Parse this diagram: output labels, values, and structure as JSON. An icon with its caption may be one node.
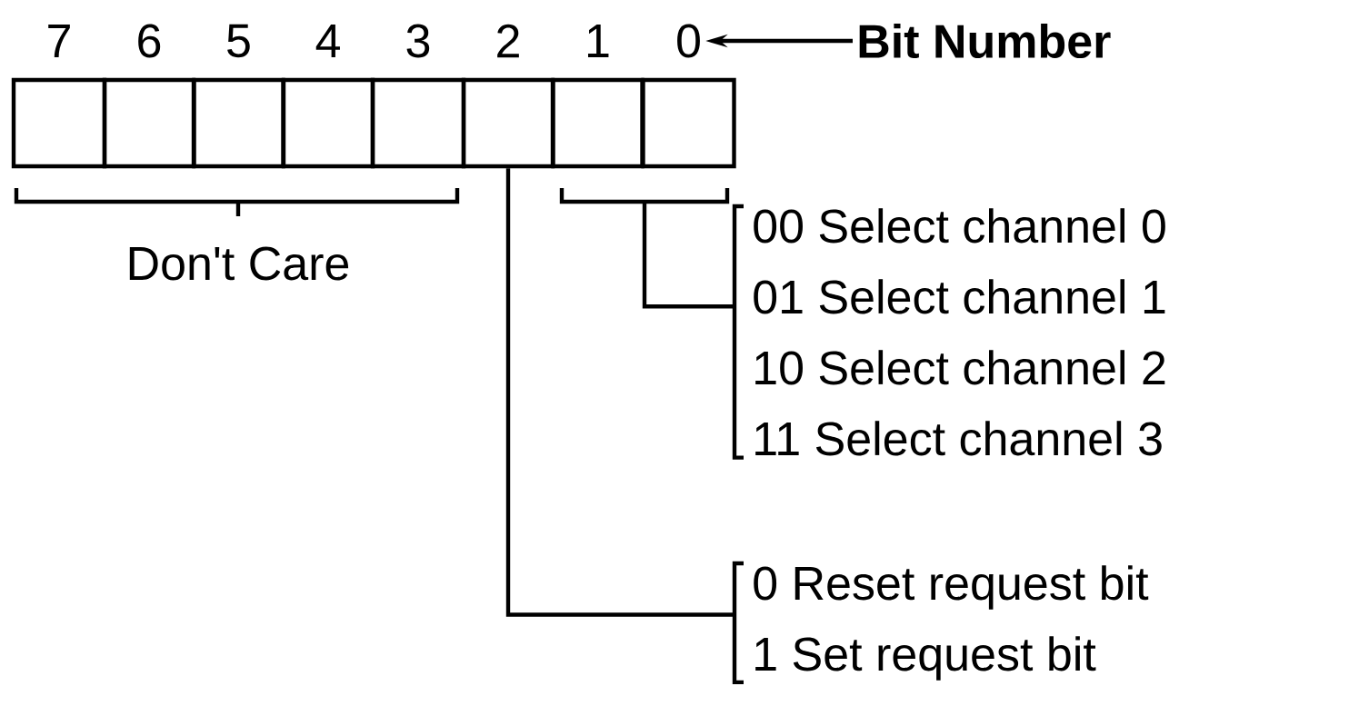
{
  "diagram": {
    "nodes": [
      {
        "text": [],
        "shape": "box"
      },
      {
        "text": [],
        "shape": "box"
      },
      {
        "text": [],
        "shape": "box"
      },
      {
        "text": [],
        "shape": "box"
      },
      {
        "text": [],
        "shape": "box"
      },
      {
        "text": [],
        "shape": "box"
      },
      {
        "text": [],
        "shape": "box"
      },
      {
        "text": [],
        "shape": "box"
      },
      {
        "text": [
          "0"
        ]
      },
      {
        "text": [
          "Bit Number"
        ]
      },
      {
        "text": [
          "00 Select channel 0",
          "01 Select channel 1",
          "10 Select channel 2",
          "11 Select channel 3"
        ]
      },
      {
        "text": [
          "0 Reset request bit",
          "1 Set request bit"
        ]
      }
    ],
    "edges": [
      {
        "from": 9,
        "to": 8,
        "arrow": "to"
      },
      {
        "from": 5,
        "to": 11,
        "arrow": "none"
      },
      {
        "from": null,
        "to": 10,
        "arrow": "none"
      }
    ],
    "labels": [
      "7",
      "6",
      "5",
      "4",
      "3",
      "2",
      "1",
      "Don't Care"
    ]
  }
}
